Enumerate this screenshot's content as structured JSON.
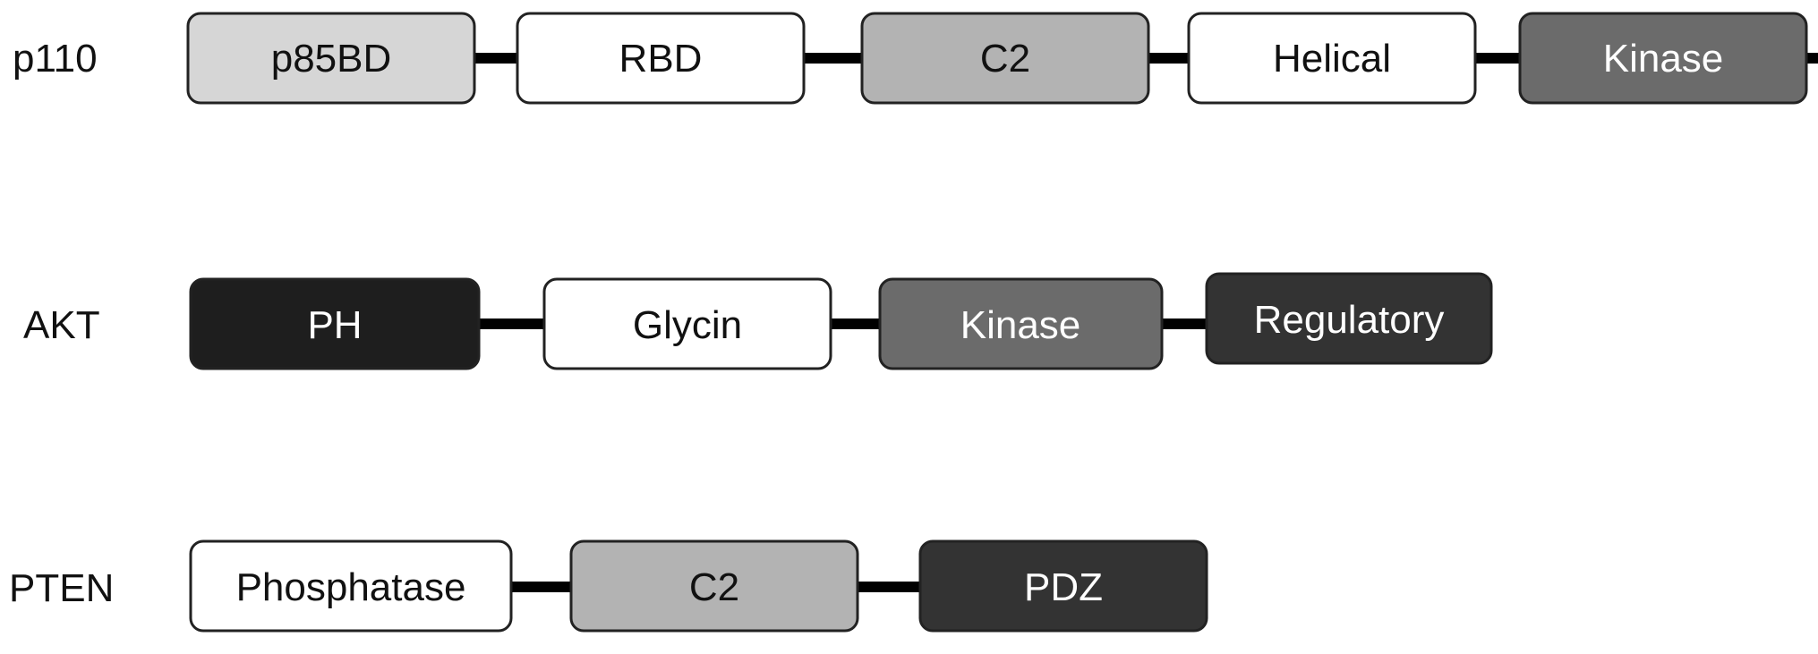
{
  "proteins": [
    {
      "name": "p110",
      "domains": [
        {
          "label": "p85BD",
          "fill": "#d6d6d6",
          "text_color": "#111111"
        },
        {
          "label": "RBD",
          "fill": "#ffffff",
          "text_color": "#111111"
        },
        {
          "label": "C2",
          "fill": "#b3b3b3",
          "text_color": "#111111"
        },
        {
          "label": "Helical",
          "fill": "#ffffff",
          "text_color": "#111111"
        },
        {
          "label": "Kinase",
          "fill": "#6b6b6b",
          "text_color": "#ffffff"
        }
      ]
    },
    {
      "name": "AKT",
      "domains": [
        {
          "label": "PH",
          "fill": "#1e1e1e",
          "text_color": "#ffffff"
        },
        {
          "label": "Glycin",
          "fill": "#ffffff",
          "text_color": "#111111"
        },
        {
          "label": "Kinase",
          "fill": "#6b6b6b",
          "text_color": "#ffffff"
        },
        {
          "label": "Regulatory",
          "fill": "#333333",
          "text_color": "#ffffff"
        }
      ]
    },
    {
      "name": "PTEN",
      "domains": [
        {
          "label": "Phosphatase",
          "fill": "#ffffff",
          "text_color": "#111111"
        },
        {
          "label": "C2",
          "fill": "#b3b3b3",
          "text_color": "#111111"
        },
        {
          "label": "PDZ",
          "fill": "#333333",
          "text_color": "#ffffff"
        }
      ]
    }
  ],
  "colors": {
    "linker": "#000000",
    "border": "#222222"
  }
}
